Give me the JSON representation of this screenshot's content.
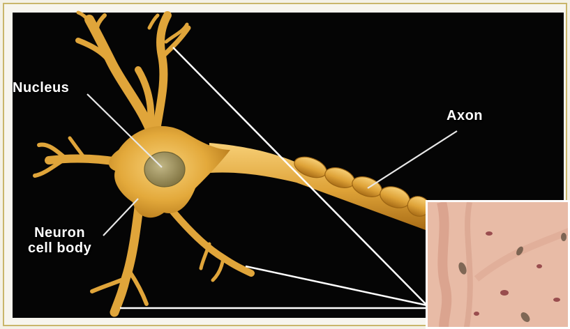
{
  "labels": {
    "nucleus": "Nucleus",
    "axon": "Axon",
    "cell_body_line1": "Neuron",
    "cell_body_line2": "cell body"
  },
  "colors": {
    "background": "#050505",
    "neuron": "#e0a93a",
    "neuron_highlight": "#f6cf73",
    "nucleus": "#9c8f5e",
    "label_text": "#ffffff",
    "pointer_lines": "#e8e8e8",
    "tissue": "#e6b8a2"
  },
  "icons": {
    "inset": "micrograph-neural-tissue"
  }
}
